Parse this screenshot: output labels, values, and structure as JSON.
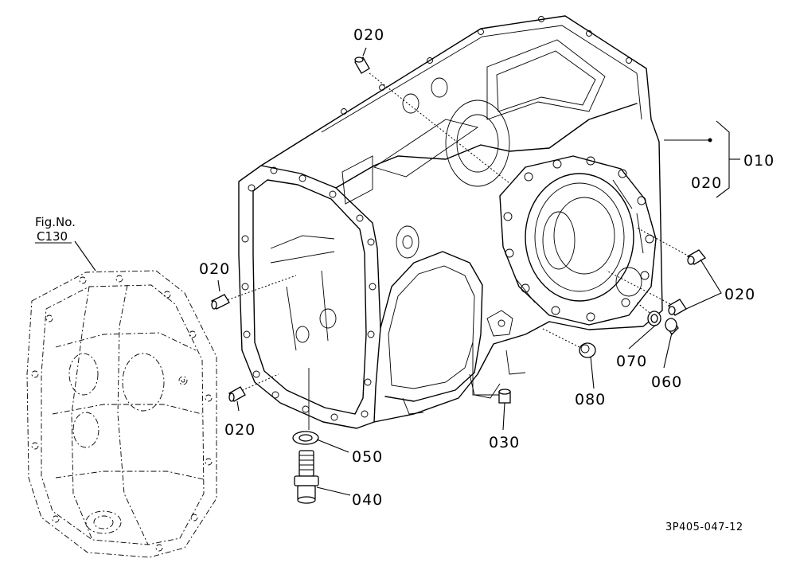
{
  "diagram": {
    "figure_ref_label": "Fig.No.",
    "figure_ref_code": "C130",
    "drawing_code": "3P405-047-12",
    "callouts": {
      "c020_top": "020",
      "c010": "010",
      "c020_bracket": "020",
      "c020_left": "020",
      "c020_right": "020",
      "c020_bottom": "020",
      "c070": "070",
      "c060": "060",
      "c080": "080",
      "c030": "030",
      "c050": "050",
      "c040": "040"
    },
    "icons": {
      "housing": "transmission-case-drawing",
      "cover": "mating-housing-dashed-drawing",
      "pin": "straight-pin-icon",
      "plug": "drain-plug-icon",
      "washer": "gasket-washer-icon",
      "valve": "relief-valve-icon"
    }
  }
}
